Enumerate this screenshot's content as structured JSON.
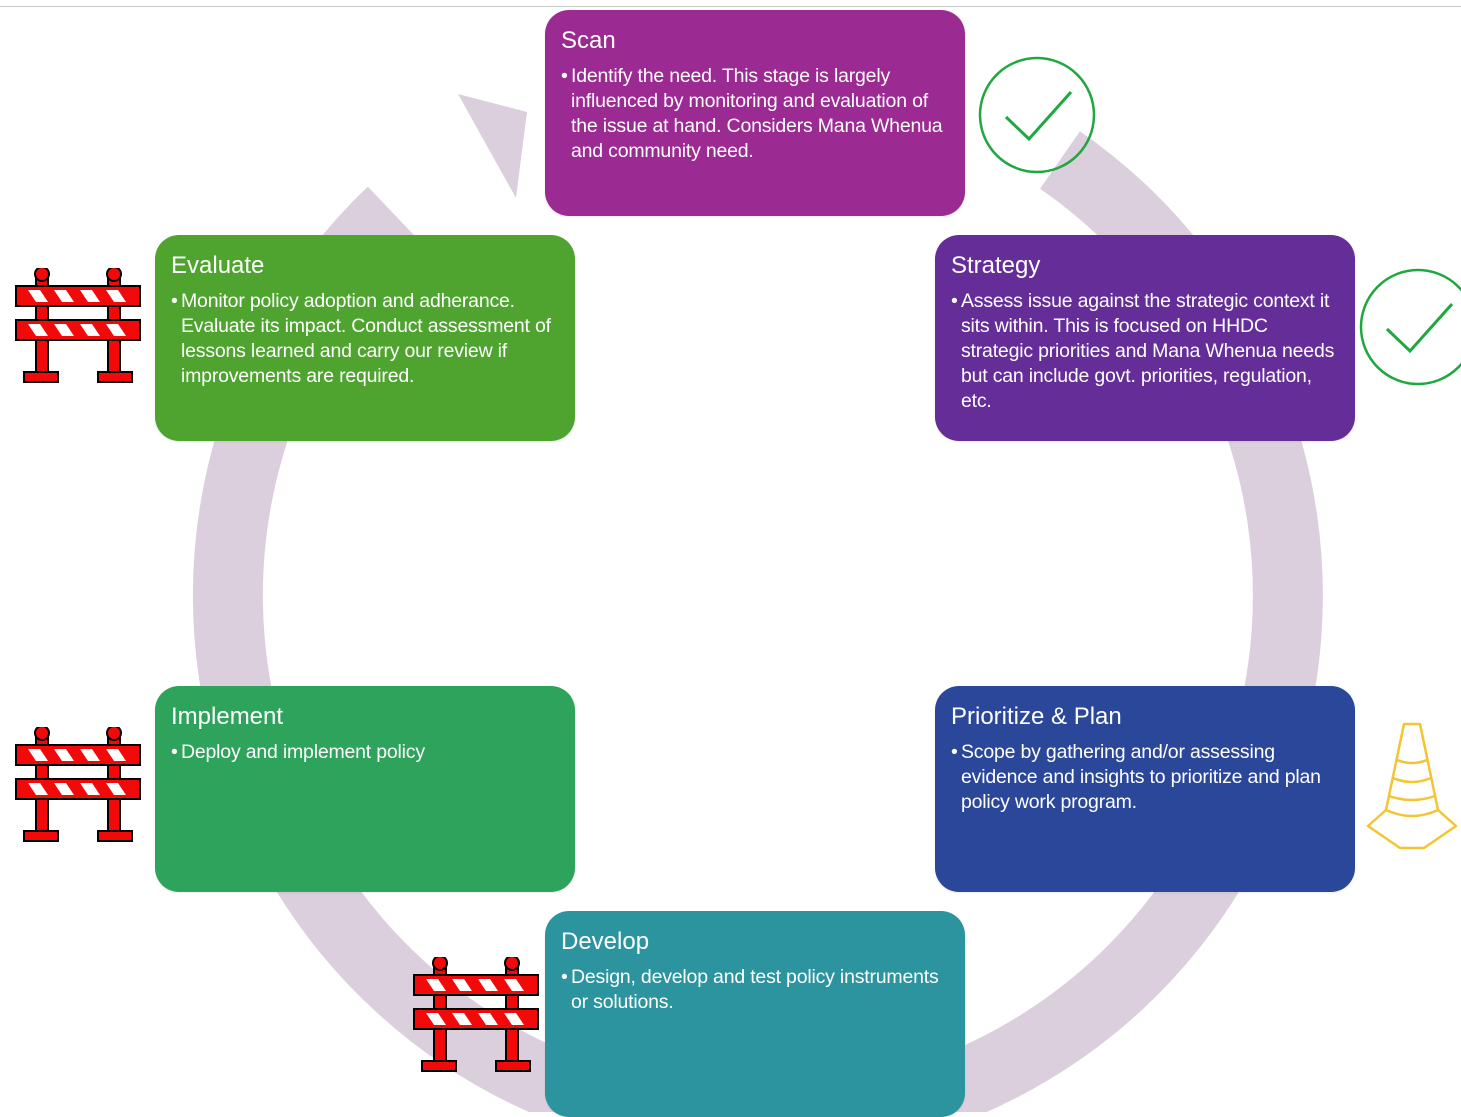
{
  "colors": {
    "ring": "#dccfdd",
    "scan": "#9b2a93",
    "strategy": "#652d98",
    "prioritize": "#2b479a",
    "develop": "#2b949f",
    "implement": "#2ea35c",
    "evaluate": "#4ea42f",
    "check": "#1fa83f",
    "barrier_red": "#f20a0a",
    "cone_yellow": "#f3c433"
  },
  "stages": {
    "scan": {
      "title": "Scan",
      "bullet": "•",
      "text": "Identify the need. This stage is largely influenced by monitoring and evaluation of the issue at hand. Considers Mana Whenua and community need.",
      "status_icon": "checkmark-circle-icon"
    },
    "strategy": {
      "title": "Strategy",
      "bullet": "•",
      "text": "Assess issue against the strategic context it sits within. This is focused on HHDC strategic priorities and Mana Whenua needs but can include govt. priorities, regulation, etc.",
      "status_icon": "checkmark-circle-icon"
    },
    "prioritize": {
      "title": "Prioritize & Plan",
      "bullet": "•",
      "text": "Scope by gathering and/or assessing evidence and insights to prioritize and plan policy work program.",
      "status_icon": "traffic-cone-icon"
    },
    "develop": {
      "title": "Develop",
      "bullet": "•",
      "text": "Design, develop and test policy instruments or solutions.",
      "status_icon": "road-barrier-icon"
    },
    "implement": {
      "title": "Implement",
      "bullet": "•",
      "text": "Deploy and implement policy",
      "status_icon": "road-barrier-icon"
    },
    "evaluate": {
      "title": "Evaluate",
      "bullet": "•",
      "text": "Monitor policy adoption and adherance. Evaluate its impact. Conduct assessment of lessons learned and carry our review if improvements are required.",
      "status_icon": "road-barrier-icon"
    }
  }
}
